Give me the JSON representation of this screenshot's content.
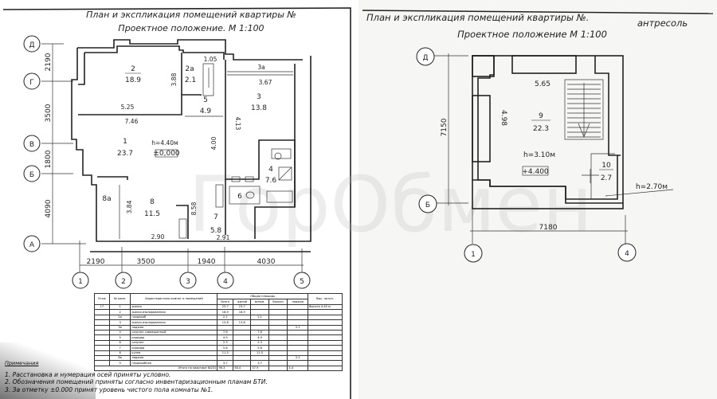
{
  "left_sheet": {
    "title": "План и экспликация помещений квартиры №",
    "subtitle": "Проектное положение. М 1:100",
    "axes_rows": [
      "Д",
      "Г",
      "В",
      "Б",
      "А"
    ],
    "axes_cols": [
      "1",
      "2",
      "3",
      "4",
      "5"
    ],
    "dims_vertical": [
      "2190",
      "3500",
      "1800",
      "4090"
    ],
    "dims_horizontal": [
      "2190",
      "3500",
      "1940",
      "4030"
    ],
    "rooms": {
      "r2": {
        "num": "2",
        "area": "18.9"
      },
      "r2a": {
        "num": "2а",
        "area": "2.1"
      },
      "r3a": {
        "num": "3а"
      },
      "r3": {
        "num": "3",
        "area": "13.8"
      },
      "r5": {
        "num": "5",
        "area": "4.9"
      },
      "r1": {
        "num": "1",
        "area": "23.7"
      },
      "r4": {
        "num": "4",
        "area": "7.6"
      },
      "r6": {
        "num": "6"
      },
      "r8a": {
        "num": "8а"
      },
      "r8": {
        "num": "8",
        "area": "11.5"
      },
      "r7": {
        "num": "7",
        "area": "5.8"
      }
    },
    "room_dims": {
      "d105": "1.05",
      "d388": "3.88",
      "d367": "3.67",
      "d525": "5.25",
      "d746": "7.46",
      "d413": "4.13",
      "d400": "4.00",
      "d384": "3.84",
      "d858": "8.58",
      "d290": "2.90",
      "d291": "2.91"
    },
    "height_label": "h=4.40м",
    "level_mark": "±0,000"
  },
  "explication": {
    "headers": {
      "floor": "Этаж",
      "room_no": "№ комн.",
      "characteristic": "Характеристика комнат и помещений",
      "total_area": "Общая площадь",
      "total": "Всего",
      "living": "жилой",
      "aux": "вспом.",
      "balcony": "балкон",
      "loggia": "лоджия",
      "height": "Выс. потол."
    },
    "floor": "17",
    "height_note": "Высота 4.40 м",
    "rows": [
      {
        "no": "1",
        "name": "жилая",
        "total": "23.7",
        "living": "23.7",
        "aux": "",
        "balcony": "",
        "loggia": ""
      },
      {
        "no": "2",
        "name": "жилая изолированная",
        "total": "18.9",
        "living": "18.9",
        "aux": "",
        "balcony": "",
        "loggia": ""
      },
      {
        "no": "2а",
        "name": "гардероб",
        "total": "2.1",
        "living": "",
        "aux": "2.1",
        "balcony": "",
        "loggia": ""
      },
      {
        "no": "3",
        "name": "жилая изолированная",
        "total": "13.8",
        "living": "13.8",
        "aux": "",
        "balcony": "",
        "loggia": ""
      },
      {
        "no": "3а",
        "name": "лоджия",
        "total": "",
        "living": "",
        "aux": "",
        "balcony": "",
        "loggia": "2.1"
      },
      {
        "no": "4",
        "name": "санузел совмещенный",
        "total": "7.6",
        "living": "",
        "aux": "7.6",
        "balcony": "",
        "loggia": ""
      },
      {
        "no": "5",
        "name": "коридор",
        "total": "4.9",
        "living": "",
        "aux": "4.9",
        "balcony": "",
        "loggia": ""
      },
      {
        "no": "6",
        "name": "санузел",
        "total": "2.3",
        "living": "",
        "aux": "2.3",
        "balcony": "",
        "loggia": ""
      },
      {
        "no": "7",
        "name": "коридор",
        "total": "5.8",
        "living": "",
        "aux": "5.8",
        "balcony": "",
        "loggia": ""
      },
      {
        "no": "8",
        "name": "кухня",
        "total": "11.5",
        "living": "",
        "aux": "11.5",
        "balcony": "",
        "loggia": ""
      },
      {
        "no": "8а",
        "name": "лоджия",
        "total": "",
        "living": "",
        "aux": "",
        "balcony": "",
        "loggia": "2.1"
      },
      {
        "no": "9",
        "name": "гардеробная",
        "total": "3.7",
        "living": "",
        "aux": "3.7",
        "balcony": "",
        "loggia": ""
      }
    ],
    "total_row": {
      "label": "Итого по квартире №252",
      "total": "96.3",
      "living": "58.4",
      "aux": "37.9",
      "loggia": "4.4"
    }
  },
  "notes": {
    "heading": "Примечания",
    "items": [
      "1. Расстановка и нумерация осей приняты условно.",
      "2. Обозначения помещений приняты согласно инвентаризационным планам БТИ.",
      "3. За отметку ±0.000 принят уровень чистого пола комнаты №1."
    ]
  },
  "right_sheet": {
    "title": "План и экспликация помещений квартиры №.",
    "tag": "антресоль",
    "subtitle": "Проектное положение М 1:100",
    "axes_rows": [
      "Д",
      "Б"
    ],
    "axes_cols": [
      "1",
      "4"
    ],
    "dim_vertical": "7150",
    "dim_horizontal": "7180",
    "r9": {
      "num": "9",
      "area": "22.3"
    },
    "r10": {
      "num": "10",
      "area": "2.7"
    },
    "d565": "5.65",
    "d498": "4.98",
    "height_label": "h=3.10м",
    "height_label2": "h=2.70м",
    "level_mark": "+4.400"
  },
  "watermark": "ГорОбмен"
}
